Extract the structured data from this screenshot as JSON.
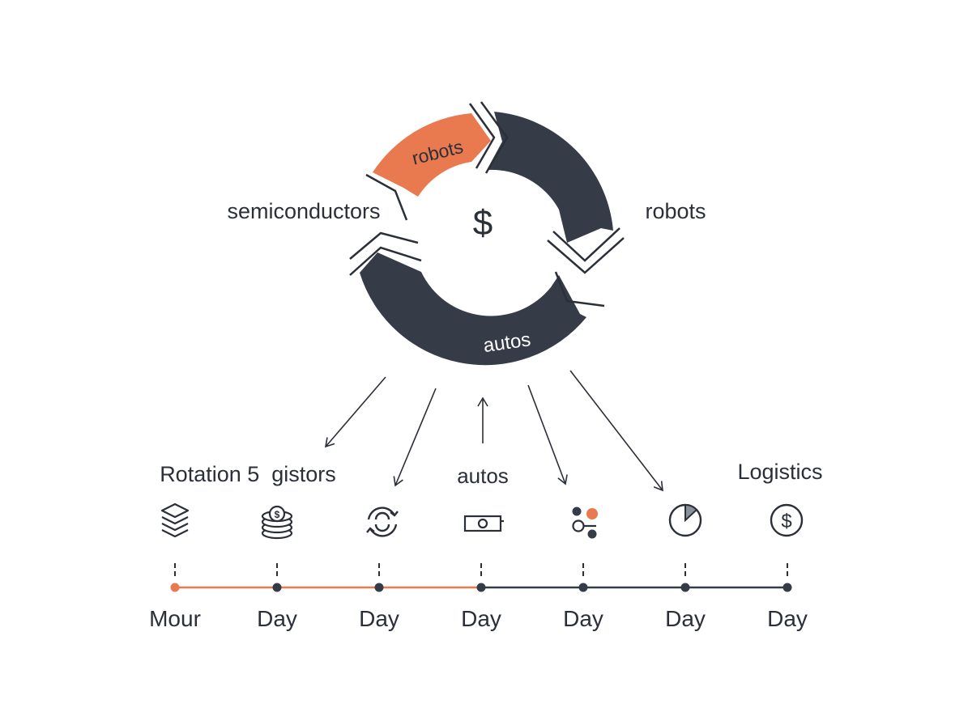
{
  "cycle": {
    "center_symbol": "$",
    "arc_top_label": "robots",
    "arc_bottom_label": "autos",
    "left_label": "semiconductors",
    "right_label": "robots"
  },
  "groups": {
    "left": "Rotation 5  gistors",
    "center": "autos",
    "right": "Logistics"
  },
  "timeline": {
    "ticks": [
      {
        "label": "Mour",
        "icon": "layers-icon"
      },
      {
        "label": "Day",
        "icon": "coin-stack-icon"
      },
      {
        "label": "Day",
        "icon": "cycle-icon"
      },
      {
        "label": "Day",
        "icon": "banknote-icon"
      },
      {
        "label": "Day",
        "icon": "nodes-icon"
      },
      {
        "label": "Day",
        "icon": "pie-icon"
      },
      {
        "label": "Day",
        "icon": "dollar-circle-icon"
      }
    ],
    "highlighted_through": 3
  },
  "colors": {
    "accent": "#e97a4f",
    "dark": "#353b47",
    "text": "#2b2f38"
  }
}
